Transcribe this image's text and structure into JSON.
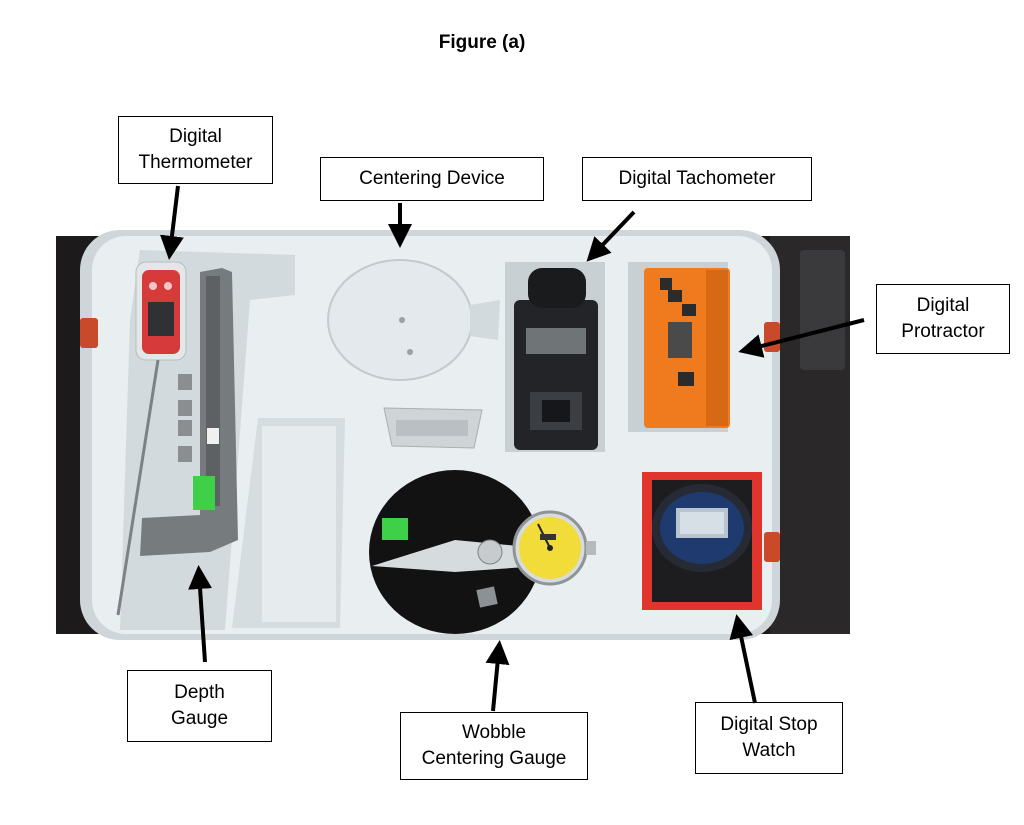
{
  "figure": {
    "title": "Figure (a)"
  },
  "labels": {
    "digital_thermometer": [
      "Digital",
      "Thermometer"
    ],
    "centering_device": [
      "Centering Device"
    ],
    "digital_tachometer": [
      "Digital Tachometer"
    ],
    "digital_protractor": [
      "Digital",
      "Protractor"
    ],
    "depth_gauge": [
      "Depth",
      "Gauge"
    ],
    "wobble_centering_gauge": [
      "Wobble",
      "Centering Gauge"
    ],
    "digital_stop_watch": [
      "Digital Stop",
      "Watch"
    ]
  },
  "colors": {
    "case_foam": "#e9eef0",
    "case_shadow": "#c9d1d4",
    "background_dark": "#1c1a1a",
    "tachometer_body": "#222427",
    "protractor_orange": "#f07a1e",
    "stopwatch_tray_red": "#e0352c",
    "dial_yellow": "#f1dc3a",
    "gauge_black": "#121212",
    "thermometer_red": "#d63a3a",
    "arrow": "#000000"
  }
}
